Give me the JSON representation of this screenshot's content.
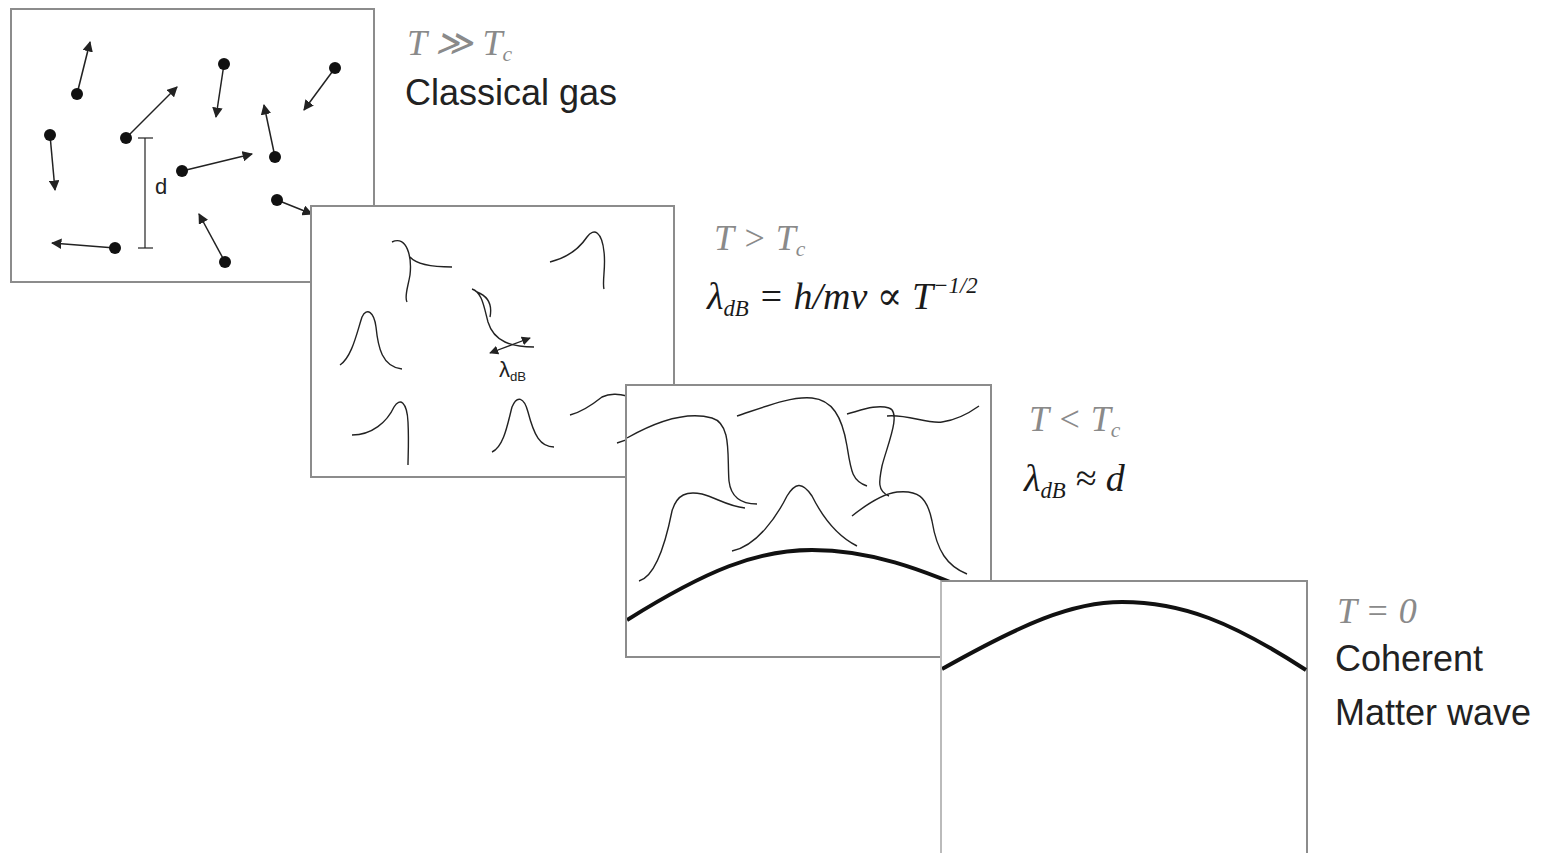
{
  "diagram": {
    "nodes": [
      {
        "text": [
          "T ≫ Tc",
          "Classical gas",
          "d"
        ]
      },
      {
        "text": [
          "T > Tc",
          "λdB = h/mv ∝ T−1/2",
          "λdB"
        ]
      },
      {
        "text": [
          "T < Tc",
          "λdB ≈ d"
        ]
      },
      {
        "text": [
          "T = 0",
          "Coherent Matter wave"
        ]
      }
    ]
  }
}
